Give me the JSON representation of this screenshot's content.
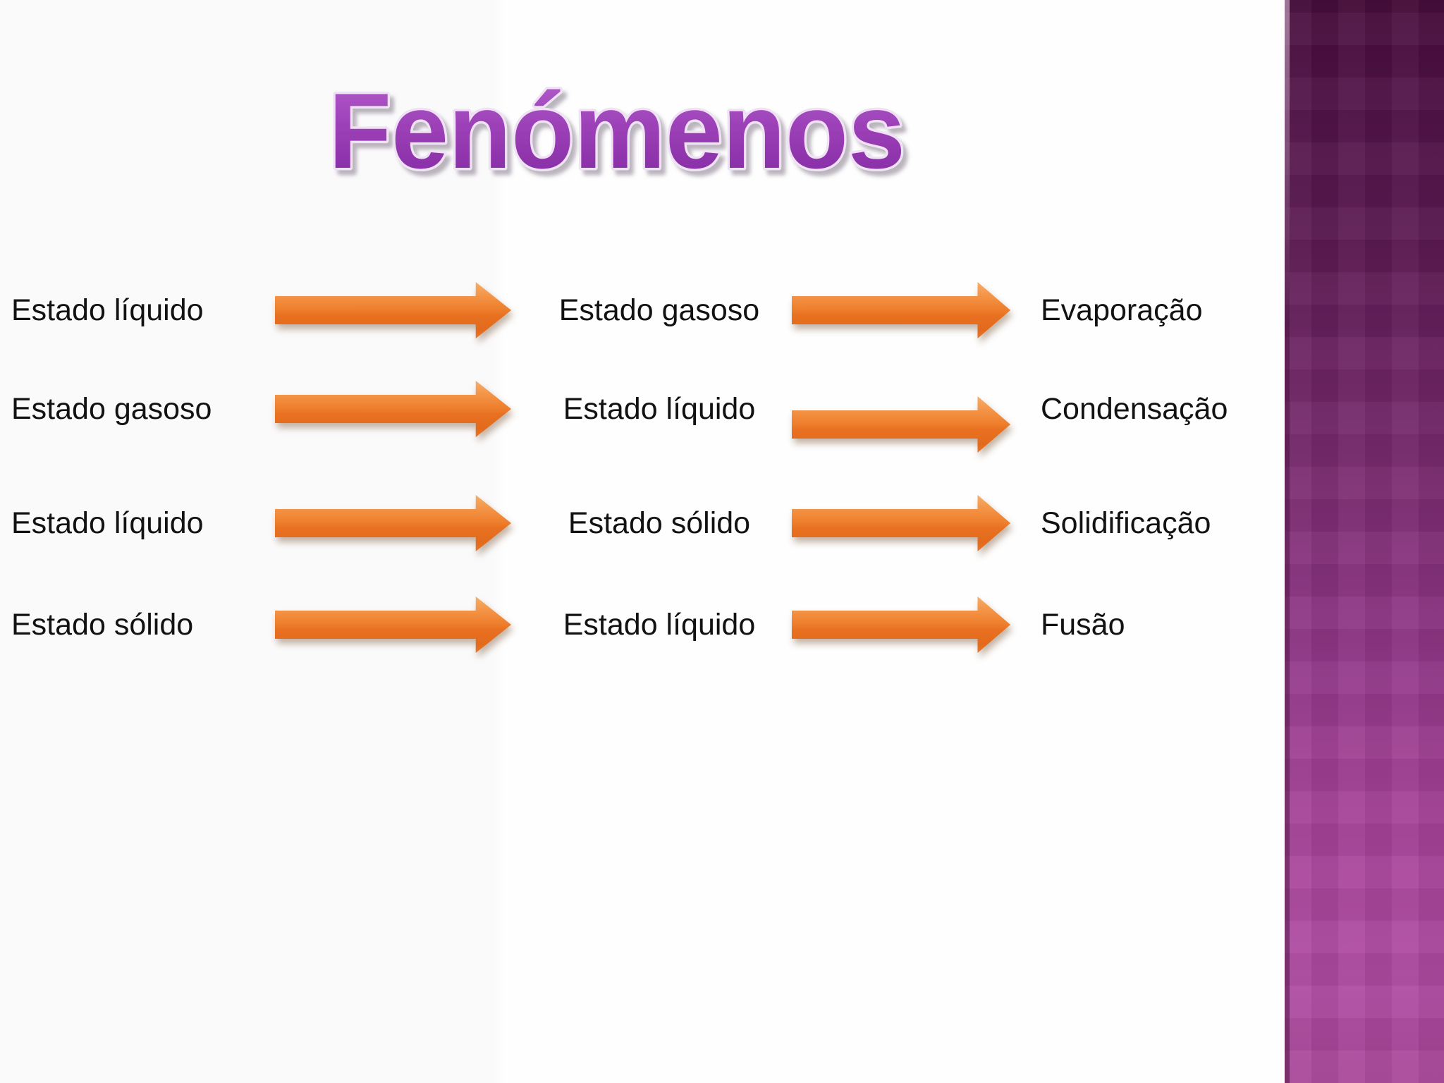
{
  "slide": {
    "title": "Fenómenos",
    "rows": [
      {
        "from": "Estado líquido",
        "to": "Estado gasoso",
        "result": "Evaporação"
      },
      {
        "from": "Estado gasoso",
        "to": "Estado líquido",
        "result": "Condensação"
      },
      {
        "from": "Estado líquido",
        "to": "Estado sólido",
        "result": "Solidificação"
      },
      {
        "from": "Estado sólido",
        "to": "Estado líquido",
        "result": "Fusão"
      }
    ],
    "icons": {
      "arrow": "right-arrow-icon"
    },
    "colors": {
      "title_purple_top": "#b55fce",
      "title_purple_mid": "#9d41b8",
      "title_purple_bottom": "#8127a0",
      "title_outline": "#efe2f4",
      "arrow_orange": "#ec7b28",
      "arrow_orange_light": "#f8ae68",
      "arrow_orange_dark": "#e36a1c",
      "band_top": "#470d3c",
      "band_bottom": "#a84698",
      "band_bright": "#b04ba2",
      "text": "#121212",
      "background": "#fdfdfd"
    }
  }
}
